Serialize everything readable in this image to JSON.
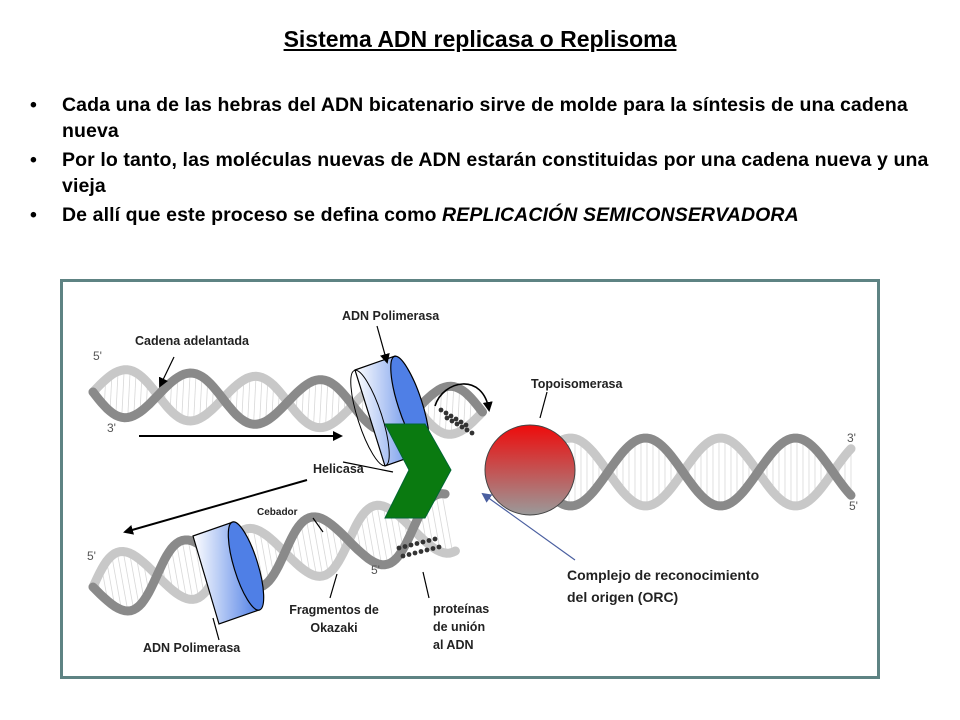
{
  "title": "Sistema ADN replicasa o Replisoma",
  "bullets": [
    {
      "text": "Cada una de las hebras del ADN bicatenario sirve de molde para la síntesis de una cadena nueva"
    },
    {
      "text": "Por lo tanto, las moléculas nuevas de ADN estarán constituidas por una cadena nueva y una vieja"
    },
    {
      "text_before": "De allí que este proceso se defina como ",
      "text_em": "REPLICACIÓN SEMICONSERVADORA"
    }
  ],
  "bullet_symbol": "•",
  "diagram": {
    "labels": {
      "adn_polimerasa_top": "ADN Polimerasa",
      "cadena_adelantada": "Cadena adelantada",
      "topoisomerasa": "Topoisomerasa",
      "helicasa": "Helicasa",
      "cebador": "Cebador",
      "orc_line1": "Complejo de reconocimiento",
      "orc_line2": "del origen (ORC)",
      "fragmentos_line1": "Fragmentos de",
      "fragmentos_line2": "Okazaki",
      "proteinas_line1": "proteínas",
      "proteinas_line2": "de unión",
      "proteinas_line3": "al ADN",
      "adn_polimerasa_bottom": "ADN Polimerasa"
    },
    "ends": {
      "top_left_5": "5'",
      "top_left_3": "3'",
      "right_3": "3'",
      "right_5": "5'",
      "bottom_left_5": "5'",
      "bottom_mid_5": "5'"
    },
    "colors": {
      "strand_dark": "#8a8a8a",
      "strand_light": "#c8c8c8",
      "polymerase": "#4f7fe6",
      "helicase": "#0a7a10",
      "orc_top": "#ee0b0b",
      "orc_bottom": "#9a9a9a",
      "frame": "#5e8383"
    }
  }
}
